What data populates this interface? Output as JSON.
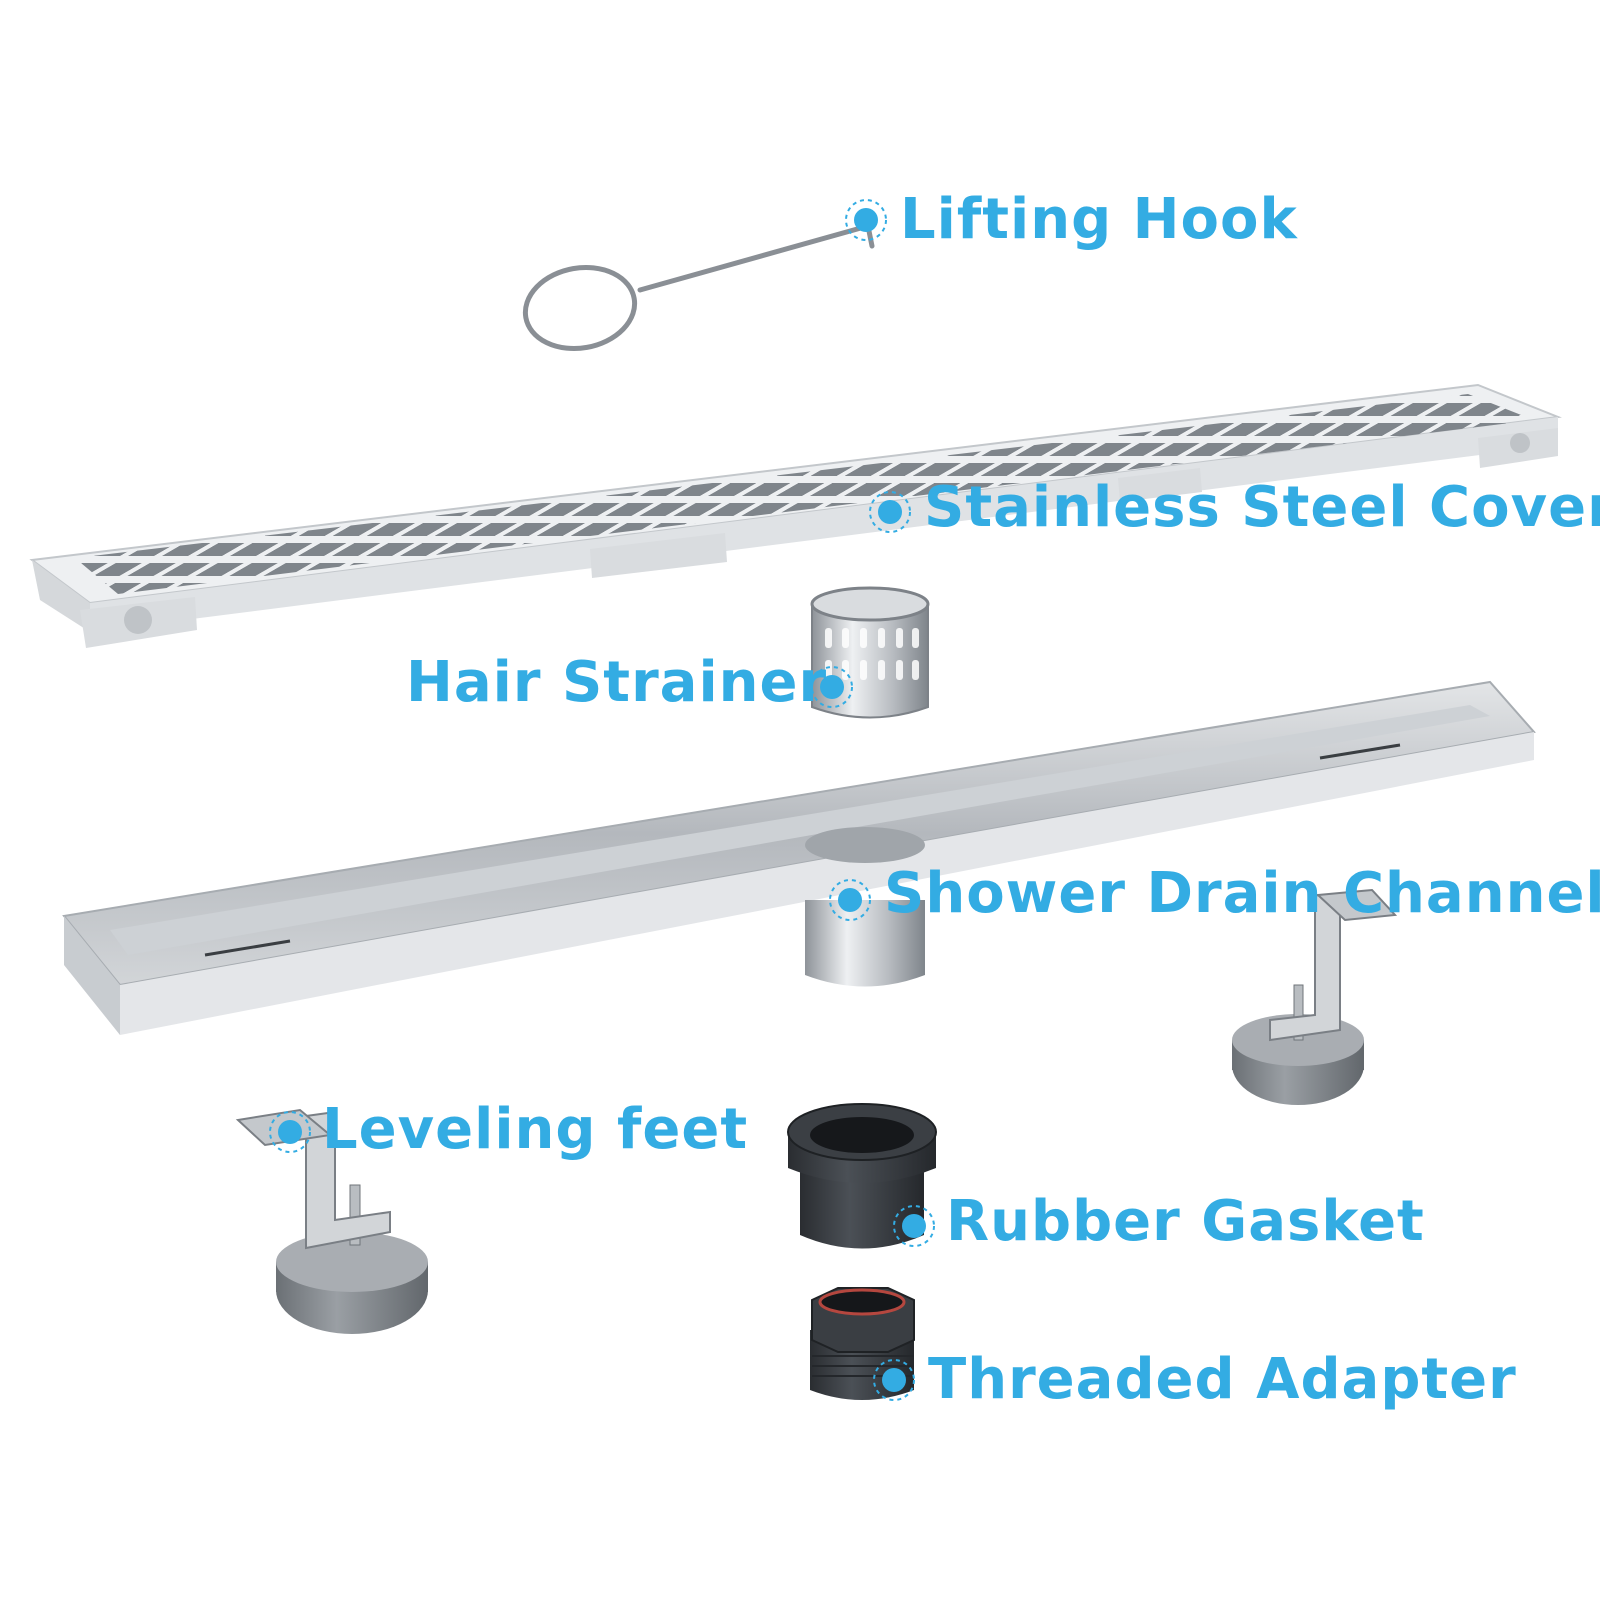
{
  "accent_color": "#33ace3",
  "parts": {
    "lifting_hook": "Lifting Hook",
    "cover": "Stainless Steel Cover",
    "hair_strainer": "Hair Strainer",
    "channel": "Shower Drain Channel",
    "leveling_feet": "Leveling feet",
    "rubber_gasket": "Rubber Gasket",
    "threaded_adapter": "Threaded Adapter"
  },
  "icons": [
    "label-marker-icon"
  ]
}
